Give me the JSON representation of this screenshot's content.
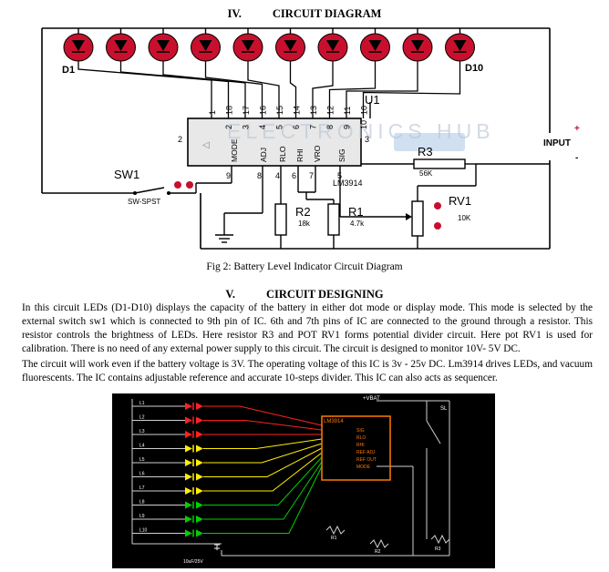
{
  "section4": {
    "number": "IV.",
    "title": "CIRCUIT DIAGRAM"
  },
  "diagram1": {
    "ic_label": "LM3914",
    "ic_ref": "U1",
    "mode_pin_label": "MODE",
    "pin_labels_bottom": [
      "ADJ",
      "RLO",
      "RHI",
      "VRO",
      "SIG"
    ],
    "pin_numbers_top": [
      "1",
      "18",
      "17",
      "16",
      "15",
      "14",
      "13",
      "12",
      "11",
      "10"
    ],
    "pin_numbers_top2": [
      "2",
      "3",
      "4",
      "5",
      "6",
      "7",
      "8",
      "9",
      "10"
    ],
    "pin_numbers_bottom": [
      "8",
      "4",
      "6",
      "7",
      "5"
    ],
    "mode_pin_number": "9",
    "side_pin_left": "2",
    "side_pin_right": "3",
    "d1": "D1",
    "d10": "D10",
    "sw_label": "SW1",
    "sw_type": "SW-SPST",
    "r3": "R3",
    "r3_val": "56K",
    "r2": "R2",
    "r2_val": "18k",
    "r1": "R1",
    "r1_val": "4.7k",
    "rv1": "RV1",
    "rv1_val": "10K",
    "input_label": "INPUT",
    "plus": "+",
    "minus": "-",
    "watermark": "ELECTRONICS HUB",
    "colors": {
      "led_red": "#c8102e",
      "wire": "#000000"
    }
  },
  "caption": "Fig 2: Battery Level Indicator Circuit Diagram",
  "section5": {
    "number": "V.",
    "title": "CIRCUIT DESIGNING"
  },
  "para1": "In this circuit LEDs (D1-D10) displays the capacity of the battery in either dot mode or display mode. This mode is selected by the external switch sw1 which is connected to 9th pin of IC. 6th and 7th pins of IC are connected to the ground through a resistor. This resistor controls the brightness of LEDs. Here resistor R3 and POT RV1 forms potential divider circuit. Here pot RV1 is used for calibration. There is no need of any external power supply to this circuit. The circuit is designed to monitor 10V- 5V DC.",
  "para2": "The circuit will work even if the battery voltage is 3V. The operating voltage of this IC is 3v - 25v DC. Lm3914 drives LEDs, and vacuum fluorescents. The IC contains adjustable reference and accurate 10-steps divider. This IC can also acts as sequencer.",
  "diagram2": {
    "led_labels": [
      "L1",
      "L2",
      "L3",
      "L4",
      "L5",
      "L6",
      "L7",
      "L8",
      "L9",
      "L10"
    ],
    "vbat": "+VBAT",
    "ic_label": "LM3914",
    "ic_pins": [
      "SIG",
      "RLO",
      "RHI",
      "REF ADJ",
      "REF OUT",
      "MODE"
    ],
    "cap_label": "10uF/25V",
    "sw_label": "SL",
    "res_labels": [
      "R1",
      "R2",
      "R3"
    ],
    "colors": {
      "bg": "#000000",
      "red": "#ff2020",
      "yellow": "#ffee00",
      "green": "#00d000",
      "ic": "#ff7a00"
    }
  }
}
